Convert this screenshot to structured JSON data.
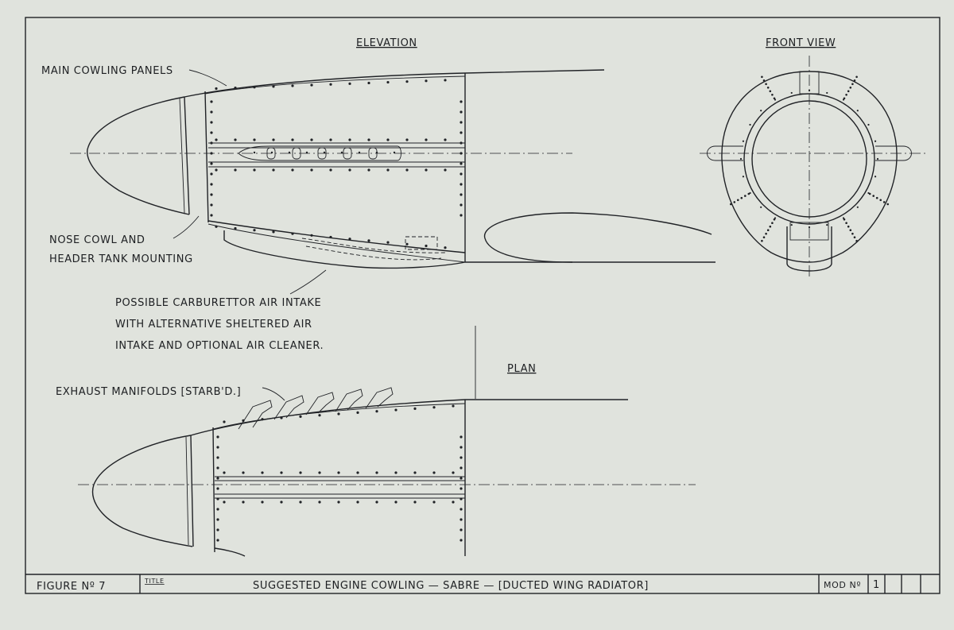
{
  "views": {
    "elevation": "ELEVATION",
    "front_view": "FRONT VIEW",
    "plan": "PLAN"
  },
  "labels": {
    "main_cowling": "MAIN COWLING PANELS",
    "nose_cowl_line1": "NOSE COWL AND",
    "nose_cowl_line2": "HEADER TANK MOUNTING",
    "carb_line1": "POSSIBLE CARBURETTOR AIR INTAKE",
    "carb_line2": "WITH ALTERNATIVE SHELTERED AIR",
    "carb_line3": "INTAKE AND OPTIONAL AIR CLEANER.",
    "exhaust": "EXHAUST MANIFOLDS [STARB'D.]"
  },
  "title_block": {
    "figure": "FIGURE Nº 7",
    "title_label": "TITLE",
    "title": "SUGGESTED ENGINE COWLING — SABRE — [DUCTED WING RADIATOR]",
    "mod_label": "MOD Nº",
    "mod_value": "1"
  }
}
